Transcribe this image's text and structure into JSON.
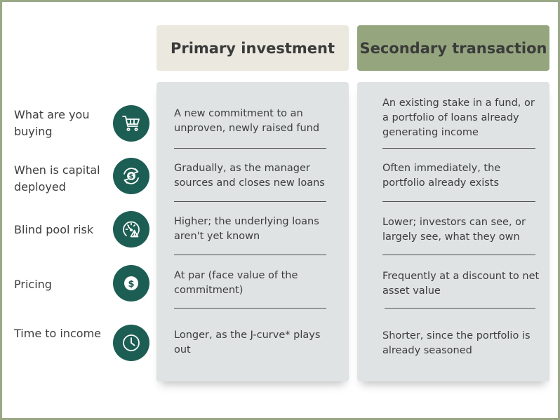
{
  "headers": {
    "primary": "Primary investment",
    "secondary": "Secondary transaction"
  },
  "colors": {
    "frame_border": "#9aa888",
    "primary_header_bg": "#eae8df",
    "secondary_header_bg": "#95a67f",
    "panel_bg": "#dfe3e3",
    "icon_bg": "#1d5e54"
  },
  "rows": [
    {
      "label": "What are you buying",
      "icon": "shopping-cart-icon",
      "primary": "A new commitment to an unproven, newly raised fund",
      "secondary": "An existing stake in a fund, or a portfolio of loans already generating income"
    },
    {
      "label": "When is capital deployed",
      "icon": "dollar-cycle-icon",
      "primary": "Gradually, as the manager sources and closes new loans",
      "secondary": "Often immediately, the portfolio already exists"
    },
    {
      "label": "Blind pool risk",
      "icon": "risk-gauge-icon",
      "primary": "Higher; the underlying loans aren't yet known",
      "secondary": "Lower; investors can see, or largely see, what they own"
    },
    {
      "label": "Pricing",
      "icon": "dollar-coin-icon",
      "primary": "At par (face value of the commitment)",
      "secondary": "Frequently at a discount to net asset value"
    },
    {
      "label": "Time to income",
      "icon": "clock-icon",
      "primary": "Longer, as the J-curve* plays out",
      "secondary": "Shorter, since the portfolio is already seasoned"
    }
  ]
}
